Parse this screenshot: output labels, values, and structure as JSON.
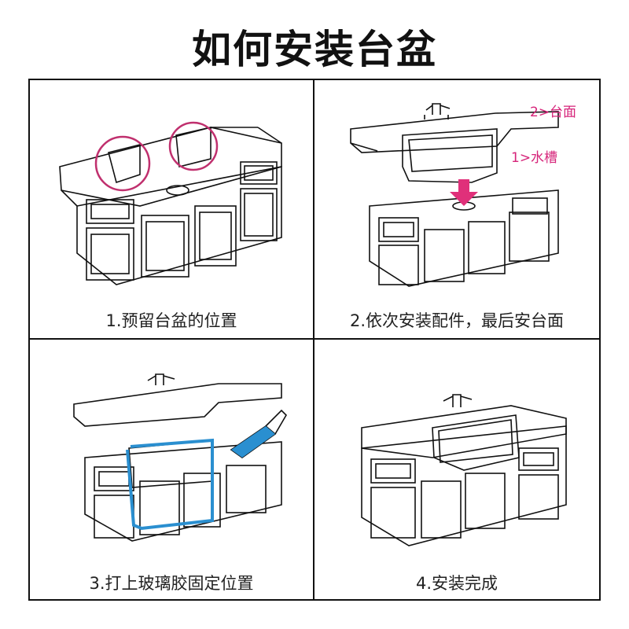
{
  "title": "如何安装台盆",
  "steps": [
    {
      "caption": "1.预留台盆的位置"
    },
    {
      "caption": "2.依次安装配件，最后安台面"
    },
    {
      "caption": "3.打上玻璃胶固定位置"
    },
    {
      "caption": "4.安装完成"
    }
  ],
  "callouts": {
    "countertop": "2>台面",
    "sink": "1>水槽"
  },
  "colors": {
    "outline": "#111111",
    "highlight": "#c0306e",
    "glue": "#2a8fd0",
    "arrow": "#e0307a"
  }
}
